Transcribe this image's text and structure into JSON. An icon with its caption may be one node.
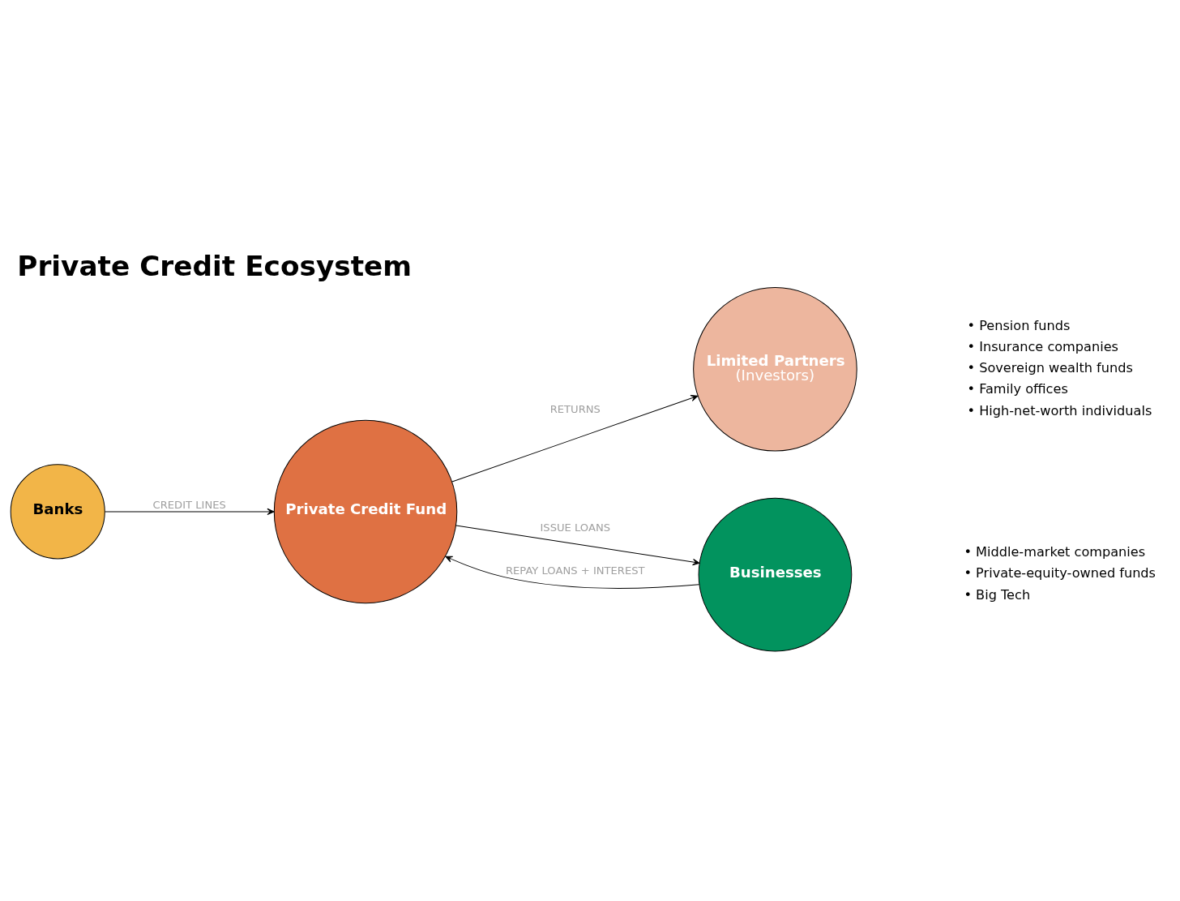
{
  "diagram": {
    "title": "Private Credit Ecosystem",
    "nodes": [
      {
        "text": [
          "Limited Partners",
          "(Investors)"
        ],
        "beside": [
          "• Pension funds",
          "• Insurance companies",
          "• Sovereign wealth funds",
          "• Family offices",
          "• High-net-worth individuals"
        ]
      },
      {
        "text": [
          "Banks"
        ]
      },
      {
        "text": [
          "Private Credit Fund"
        ]
      },
      {
        "text": [
          "Businesses"
        ],
        "beside": [
          "• Middle-market companies",
          "• Private-equity-owned funds",
          "• Big Tech"
        ]
      }
    ],
    "edges": [
      {
        "from": 1,
        "to": 2,
        "arrow": "to",
        "label": "CREDIT LINES"
      },
      {
        "from": 2,
        "to": 0,
        "arrow": "to",
        "label": "RETURNS"
      },
      {
        "from": 2,
        "to": 3,
        "arrow": "to",
        "label": "ISSUE LOANS"
      },
      {
        "from": 3,
        "to": 2,
        "arrow": "to",
        "label": "REPAY LOANS + INTEREST"
      }
    ]
  }
}
